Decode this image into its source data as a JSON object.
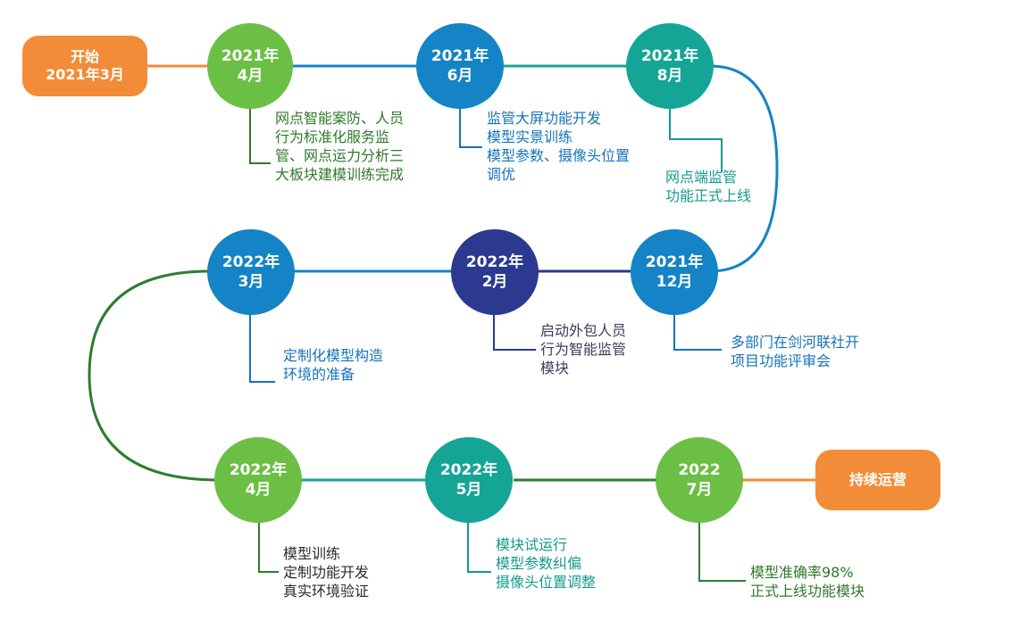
{
  "start": {
    "line1": "开始",
    "line2": "2021年3月"
  },
  "end": {
    "label": "持续运营"
  },
  "milestones": [
    {
      "year": "2021年",
      "month": "4月",
      "color": "#6cbf45",
      "desc": [
        "网点智能案防、人员",
        "行为标准化服务监",
        "管、网点运力分析三",
        "大板块建模训练完成"
      ],
      "desc_color": "#2f7a2a"
    },
    {
      "year": "2021年",
      "month": "6月",
      "color": "#1584c6",
      "desc": [
        "监管大屏功能开发",
        "模型实景训练",
        "模型参数、摄像头位置",
        "调优"
      ],
      "desc_color": "#1574b8"
    },
    {
      "year": "2021年",
      "month": "8月",
      "color": "#15a596",
      "desc": [
        "网点端监管",
        "功能正式上线"
      ],
      "desc_color": "#139a8c"
    },
    {
      "year": "2021年",
      "month": "12月",
      "color": "#1584c6",
      "desc": [
        "多部门在剑河联社开",
        "项目功能评审会"
      ],
      "desc_color": "#1574b8"
    },
    {
      "year": "2022年",
      "month": "2月",
      "color": "#2b3990",
      "desc": [
        "启动外包人员",
        "行为智能监管",
        "模块"
      ],
      "desc_color": "#3c3c5a"
    },
    {
      "year": "2022年",
      "month": "3月",
      "color": "#1584c6",
      "desc": [
        "定制化模型构造",
        "环境的准备"
      ],
      "desc_color": "#1574b8"
    },
    {
      "year": "2022年",
      "month": "4月",
      "color": "#6cbf45",
      "desc": [
        "模型训练",
        "定制功能开发",
        "真实环境验证"
      ],
      "desc_color": "#2b2b2b"
    },
    {
      "year": "2022年",
      "month": "5月",
      "color": "#15a596",
      "desc": [
        "模块试运行",
        "模型参数纠偏",
        "摄像头位置调整"
      ],
      "desc_color": "#139a8c"
    },
    {
      "year": "2022",
      "month": "7月",
      "color": "#6cbf45",
      "desc": [
        "模型准确率98%",
        "正式上线功能模块"
      ],
      "desc_color": "#2f7a2a"
    }
  ]
}
